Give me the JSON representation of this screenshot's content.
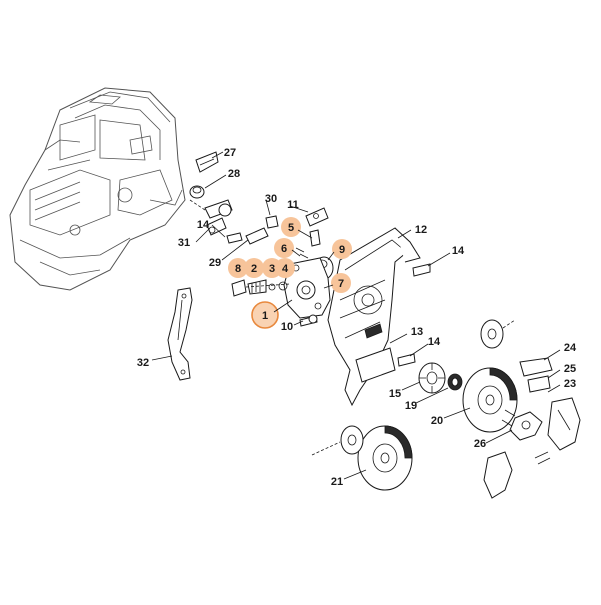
{
  "diagram": {
    "highlight_fill": "#f7c49a",
    "highlight_selected_fill": "#f9d3b3",
    "highlight_selected_stroke": "#e8893e",
    "callouts": [
      {
        "id": "c1",
        "label": "1",
        "highlighted": true,
        "selected": true
      },
      {
        "id": "c2",
        "label": "2",
        "highlighted": true
      },
      {
        "id": "c3",
        "label": "3",
        "highlighted": true
      },
      {
        "id": "c4",
        "label": "4",
        "highlighted": true
      },
      {
        "id": "c5",
        "label": "5",
        "highlighted": true
      },
      {
        "id": "c6",
        "label": "6",
        "highlighted": true
      },
      {
        "id": "c7",
        "label": "7",
        "highlighted": true
      },
      {
        "id": "c8",
        "label": "8",
        "highlighted": true
      },
      {
        "id": "c9",
        "label": "9",
        "highlighted": true
      },
      {
        "id": "c10",
        "label": "10"
      },
      {
        "id": "c11",
        "label": "11"
      },
      {
        "id": "c12",
        "label": "12"
      },
      {
        "id": "c13",
        "label": "13"
      },
      {
        "id": "c14a",
        "label": "14"
      },
      {
        "id": "c14b",
        "label": "14"
      },
      {
        "id": "c14c",
        "label": "14"
      },
      {
        "id": "c15",
        "label": "15"
      },
      {
        "id": "c19",
        "label": "19"
      },
      {
        "id": "c20",
        "label": "20"
      },
      {
        "id": "c21",
        "label": "21"
      },
      {
        "id": "c23",
        "label": "23"
      },
      {
        "id": "c24",
        "label": "24"
      },
      {
        "id": "c25",
        "label": "25"
      },
      {
        "id": "c26",
        "label": "26"
      },
      {
        "id": "c27",
        "label": "27"
      },
      {
        "id": "c28",
        "label": "28"
      },
      {
        "id": "c29",
        "label": "29"
      },
      {
        "id": "c30",
        "label": "30"
      },
      {
        "id": "c31",
        "label": "31"
      },
      {
        "id": "c32",
        "label": "32"
      }
    ]
  }
}
